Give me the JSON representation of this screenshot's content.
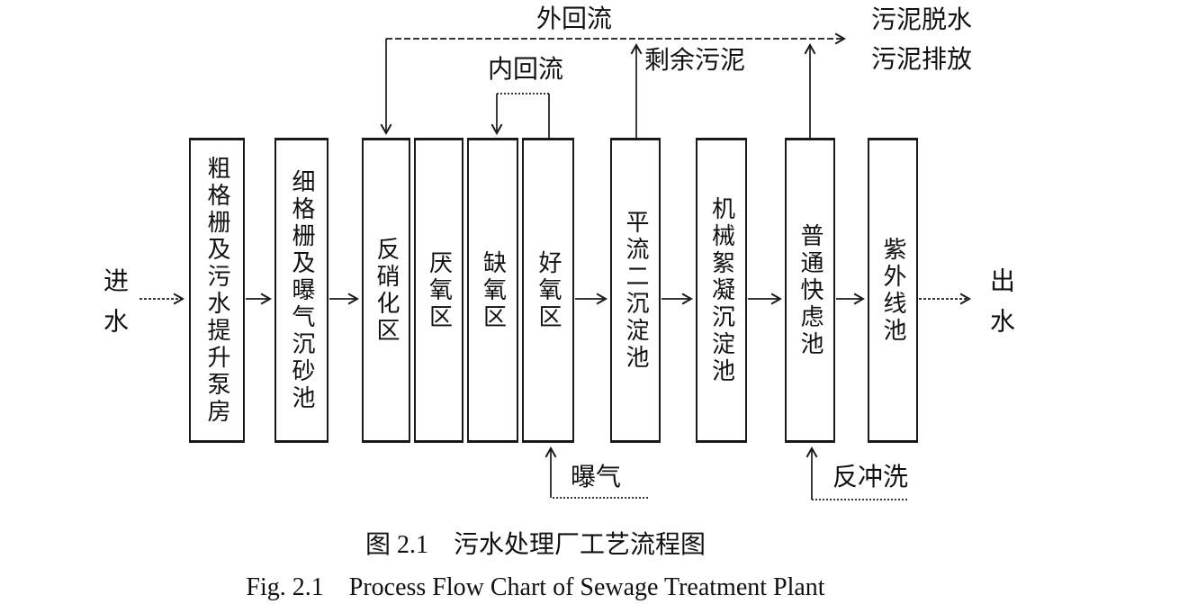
{
  "diagram": {
    "io": {
      "inlet": "进水",
      "outlet": "出水"
    },
    "boxes": [
      {
        "label": "粗格栅及污水提升泵房"
      },
      {
        "label": "细格栅及曝气沉砂池"
      },
      {
        "label": "反硝化区"
      },
      {
        "label": "厌氧区"
      },
      {
        "label": "缺氧区"
      },
      {
        "label": "好氧区"
      },
      {
        "label": "平流二沉淀池"
      },
      {
        "label": "机械絮凝沉淀池"
      },
      {
        "label": "普通快虑池"
      },
      {
        "label": "紫外线池"
      }
    ],
    "annotations": {
      "external_reflux": "外回流",
      "internal_reflux": "内回流",
      "excess_sludge": "剩余污泥",
      "sludge_dewatering": "污泥脱水",
      "sludge_discharge": "污泥排放",
      "aeration": "曝气",
      "backwash": "反冲洗"
    }
  },
  "caption": {
    "zh": "图 2.1　污水处理厂工艺流程图",
    "en": "Fig. 2.1　Process Flow Chart of Sewage Treatment Plant"
  },
  "colors": {
    "line": "#1a1a1a",
    "text": "#111111",
    "background": "#ffffff"
  }
}
